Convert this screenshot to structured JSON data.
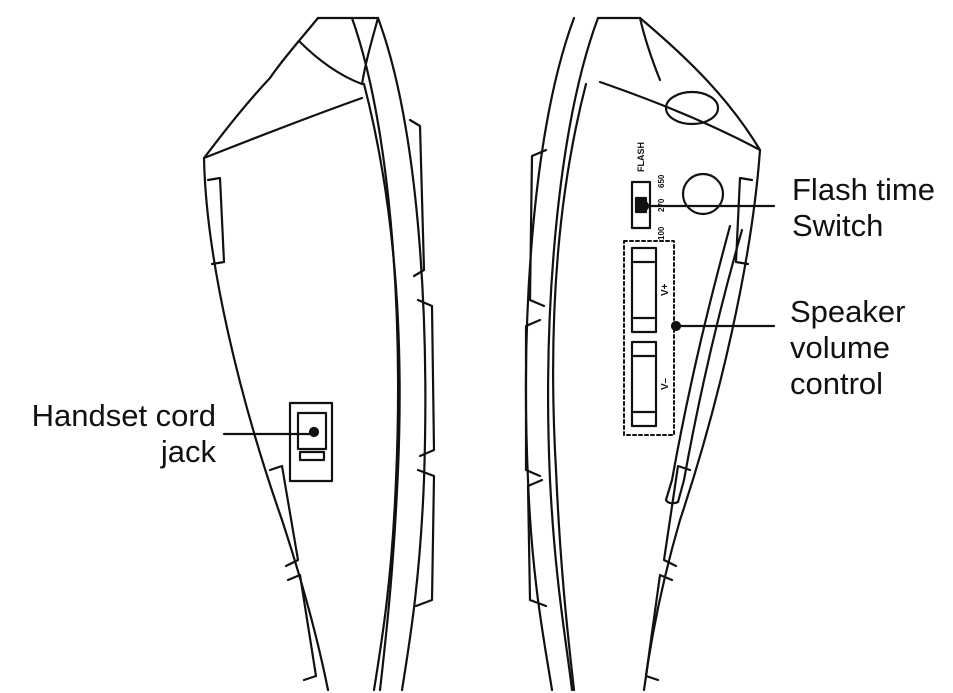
{
  "callouts": {
    "handset": {
      "lines": [
        "Handset cord",
        "jack"
      ]
    },
    "flash": {
      "lines": [
        "Flash time",
        "Switch"
      ]
    },
    "speaker": {
      "lines": [
        "Speaker",
        "volume",
        "control"
      ]
    }
  },
  "device_markings": {
    "flash_label": "FLASH",
    "switch_positions": [
      "100",
      "270",
      "650"
    ],
    "volume_up": "V+",
    "volume_down": "V–"
  },
  "colors": {
    "ink": "#111111",
    "background": "#ffffff"
  }
}
